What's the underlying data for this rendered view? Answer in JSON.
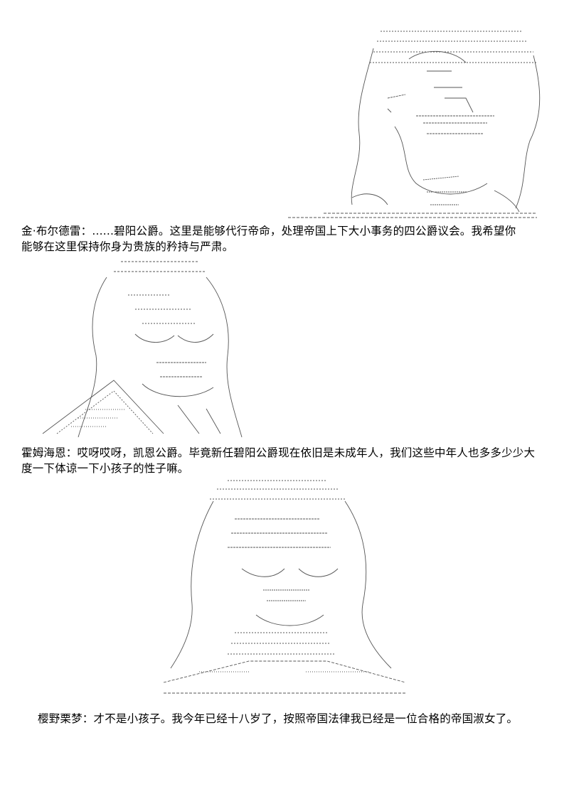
{
  "panels": [
    {
      "character": "金·布尔德雷",
      "lines": [
        "金·布尔德雷：......碧阳公爵。这里是能够代行帝命，处理帝国上下大小事务的四公爵议会。我希望你",
        "能够在这里保持你身为贵族的矜持与严肃。"
      ]
    },
    {
      "character": "霍姆海恩",
      "lines": [
        "霍姆海恩：哎呀哎呀，凯恩公爵。毕竟新任碧阳公爵现在依旧是未成年人，我们这些中年人也多多少少大",
        "度一下体谅一下小孩子的性子嘛。"
      ]
    },
    {
      "character": "樱野栗梦",
      "lines": [
        "樱野栗梦：才不是小孩子。我今年已经十八岁了，按照帝国法律我已经是一位合格的帝国淑女了。"
      ]
    }
  ]
}
